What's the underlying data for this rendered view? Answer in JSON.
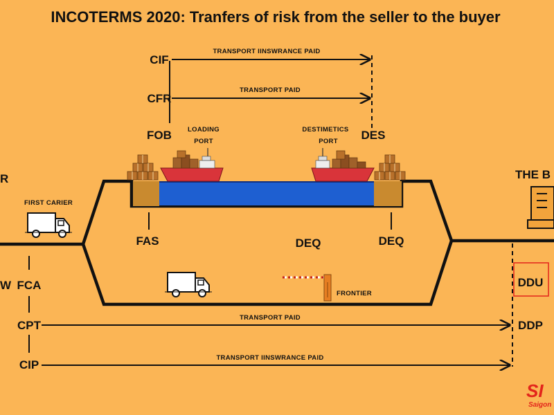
{
  "title": "INCOTERMS 2020: Tranfers of risk from the seller to the buyer",
  "terms": {
    "cif": "CIF",
    "cfr": "CFR",
    "fob": "FOB",
    "des": "DES",
    "fas": "FAS",
    "deq_mid": "DEQ",
    "deq_right": "DEQ",
    "fca": "FCA",
    "cpt": "CPT",
    "cip": "CIP",
    "ddu": "DDU",
    "ddp": "DDP",
    "exw_partial": "W"
  },
  "arrow_labels": {
    "cif": "TRANSPORT IINSWRANCE PAID",
    "cfr": "TRANSPORT PAID",
    "cpt": "TRANSPORT PAID",
    "cip": "TRANSPORT IINSWRANCE PAID"
  },
  "labels": {
    "loading_port_1": "LOADING",
    "loading_port_2": "PORT",
    "dest_port_1": "DESTIMETICS",
    "dest_port_2": "PORT",
    "first_carrier": "FIRST CARIER",
    "frontier": "FRONTIER",
    "buyer_partial": "THE B",
    "seller_partial": "R",
    "logo_partial": "SI",
    "logo_sub_partial": "Saigon"
  },
  "colors": {
    "background": "#FBB555",
    "sea": "#1E5FD1",
    "sea_border": "#0F2E80",
    "dock": "#C98A2F",
    "accent_red": "#E3241B"
  }
}
